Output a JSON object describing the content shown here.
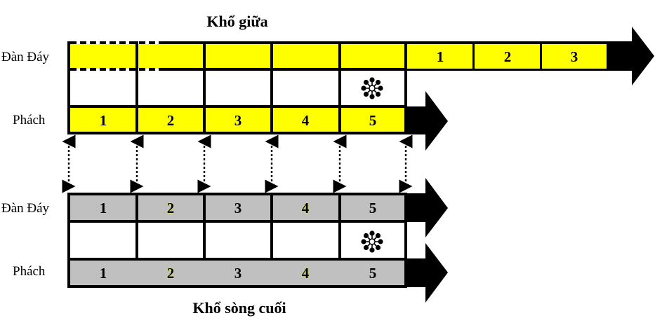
{
  "top": {
    "title": "Khổ giữa",
    "dan_day_label": "Đàn Đáy",
    "phach_label": "Phách",
    "dan_day_numbers": [
      "1",
      "2",
      "3"
    ],
    "phach_numbers": [
      "1",
      "2",
      "3",
      "4",
      "5"
    ],
    "fill": "#ffff00"
  },
  "bottom": {
    "title": "Khổ sòng cuối",
    "dan_day_label": "Đàn Đáy",
    "phach_label": "Phách",
    "dan_day_numbers": [
      "1",
      "2",
      "3",
      "4",
      "5"
    ],
    "phach_numbers": [
      "1",
      "2",
      "3",
      "4",
      "5"
    ],
    "fill": "#c0c0c0"
  },
  "colors": {
    "yellow": "#ffff00",
    "gray": "#c0c0c0",
    "line": "#000000"
  },
  "icons": [
    "flower-icon"
  ]
}
